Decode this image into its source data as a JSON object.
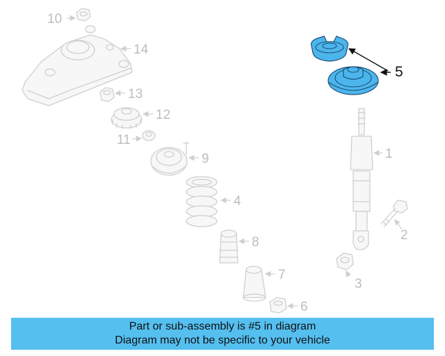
{
  "diagram": {
    "callouts": [
      "10",
      "14",
      "13",
      "12",
      "11",
      "9",
      "4",
      "8",
      "7",
      "6",
      "5",
      "1",
      "2",
      "3"
    ],
    "highlighted_callout": "5",
    "colors": {
      "highlight": "#4cb6ec",
      "outline": "#1f4e79",
      "ghost": "#cfcfcf",
      "caption_bg": "#55bff0"
    }
  },
  "caption": {
    "line1": "Part or sub-assembly is #5 in diagram",
    "line2": "Diagram may not be specific to your vehicle"
  }
}
